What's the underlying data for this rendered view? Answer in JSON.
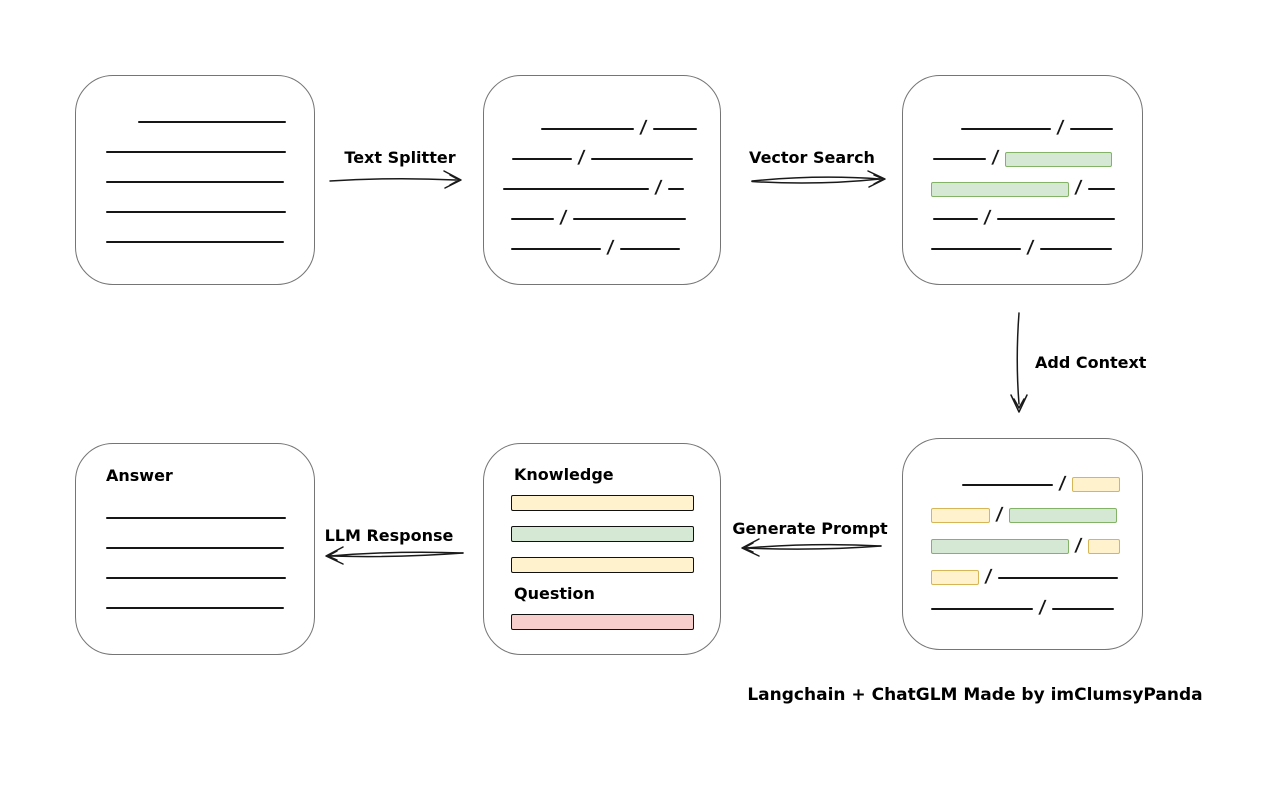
{
  "separator": "/",
  "footer": {
    "credit": "Langchain + ChatGLM Made by imClumsyPanda"
  },
  "colors": {
    "green_fill": "#d5e8d4",
    "green_border": "#82b366",
    "yellow_fill": "#fff2cc",
    "yellow_border": "#d6b656",
    "red_fill": "#f8cecc",
    "red_border": "#b85450",
    "box_border": "#757575",
    "ink": "#161616"
  },
  "arrows": {
    "text_splitter": {
      "label": "Text Splitter",
      "direction": "right"
    },
    "vector_search": {
      "label": "Vector Search",
      "direction": "right"
    },
    "add_context": {
      "label": "Add Context",
      "direction": "down"
    },
    "generate_prompt": {
      "label": "Generate Prompt",
      "direction": "left"
    },
    "llm_response": {
      "label": "LLM Response",
      "direction": "left"
    }
  },
  "boxes": {
    "document": {
      "rows": [
        {
          "indent": 62,
          "segs": [
            {
              "t": "line",
              "w": 148
            }
          ]
        },
        {
          "indent": 30,
          "segs": [
            {
              "t": "line",
              "w": 180
            }
          ]
        },
        {
          "indent": 30,
          "segs": [
            {
              "t": "line",
              "w": 178
            }
          ]
        },
        {
          "indent": 30,
          "segs": [
            {
              "t": "line",
              "w": 180
            }
          ]
        },
        {
          "indent": 30,
          "segs": [
            {
              "t": "line",
              "w": 178
            }
          ]
        }
      ]
    },
    "chunks": {
      "rows": [
        {
          "indent": 57,
          "segs": [
            {
              "t": "line",
              "w": 93
            },
            {
              "t": "line",
              "w": 44
            }
          ]
        },
        {
          "indent": 28,
          "segs": [
            {
              "t": "line",
              "w": 60
            },
            {
              "t": "line",
              "w": 102
            }
          ]
        },
        {
          "indent": 19,
          "segs": [
            {
              "t": "line",
              "w": 146
            },
            {
              "t": "line",
              "w": 16
            }
          ]
        },
        {
          "indent": 27,
          "segs": [
            {
              "t": "line",
              "w": 43
            },
            {
              "t": "line",
              "w": 113
            }
          ]
        },
        {
          "indent": 27,
          "segs": [
            {
              "t": "line",
              "w": 90
            },
            {
              "t": "line",
              "w": 60
            }
          ]
        }
      ]
    },
    "retrieved": {
      "rows": [
        {
          "indent": 58,
          "segs": [
            {
              "t": "line",
              "w": 90
            },
            {
              "t": "line",
              "w": 43
            }
          ]
        },
        {
          "indent": 30,
          "segs": [
            {
              "t": "line",
              "w": 53
            },
            {
              "t": "green",
              "w": 107
            }
          ]
        },
        {
          "indent": 28,
          "segs": [
            {
              "t": "green",
              "w": 138
            },
            {
              "t": "line",
              "w": 27
            }
          ]
        },
        {
          "indent": 30,
          "segs": [
            {
              "t": "line",
              "w": 45
            },
            {
              "t": "line",
              "w": 118
            }
          ]
        },
        {
          "indent": 28,
          "segs": [
            {
              "t": "line",
              "w": 90
            },
            {
              "t": "line",
              "w": 72
            }
          ]
        }
      ]
    },
    "context": {
      "rows": [
        {
          "indent": 59,
          "segs": [
            {
              "t": "line",
              "w": 91
            },
            {
              "t": "yellow",
              "w": 48
            }
          ]
        },
        {
          "indent": 28,
          "segs": [
            {
              "t": "yellow",
              "w": 59
            },
            {
              "t": "green",
              "w": 108
            }
          ]
        },
        {
          "indent": 28,
          "segs": [
            {
              "t": "green",
              "w": 138
            },
            {
              "t": "yellow",
              "w": 32
            }
          ]
        },
        {
          "indent": 28,
          "segs": [
            {
              "t": "yellow",
              "w": 48
            },
            {
              "t": "line",
              "w": 120
            }
          ]
        },
        {
          "indent": 28,
          "segs": [
            {
              "t": "line",
              "w": 102
            },
            {
              "t": "line",
              "w": 62
            }
          ]
        }
      ]
    },
    "prompt": {
      "knowledge_label": "Knowledge",
      "question_label": "Question",
      "knowledge_bars": [
        "yellow",
        "green",
        "yellow"
      ],
      "question_bars": [
        "red"
      ]
    },
    "answer": {
      "label": "Answer",
      "rows": [
        {
          "indent": 30,
          "segs": [
            {
              "t": "line",
              "w": 180
            }
          ]
        },
        {
          "indent": 30,
          "segs": [
            {
              "t": "line",
              "w": 178
            }
          ]
        },
        {
          "indent": 30,
          "segs": [
            {
              "t": "line",
              "w": 180
            }
          ]
        },
        {
          "indent": 30,
          "segs": [
            {
              "t": "line",
              "w": 178
            }
          ]
        }
      ]
    }
  }
}
